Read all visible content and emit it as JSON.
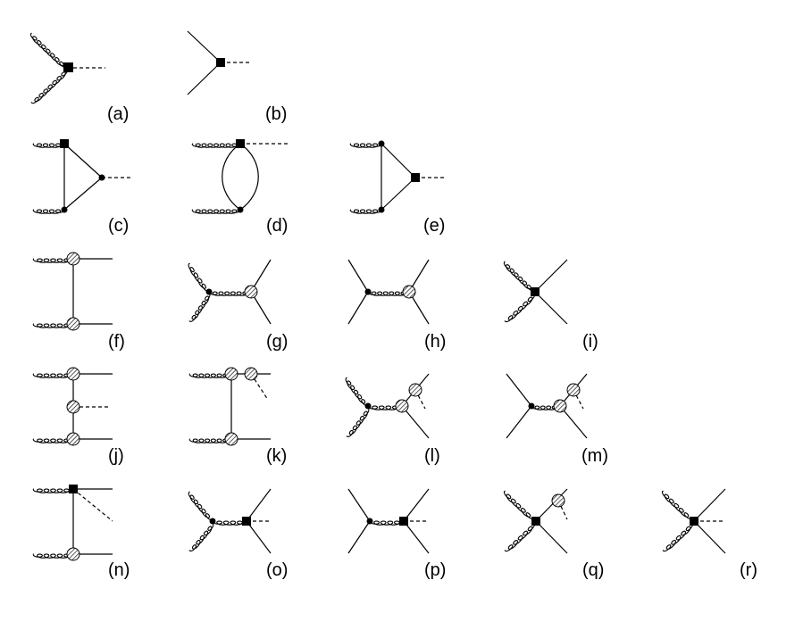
{
  "figure": {
    "labels": {
      "a": "(a)",
      "b": "(b)",
      "c": "(c)",
      "d": "(d)",
      "e": "(e)",
      "f": "(f)",
      "g": "(g)",
      "h": "(h)",
      "i": "(i)",
      "j": "(j)",
      "k": "(k)",
      "l": "(l)",
      "m": "(m)",
      "n": "(n)",
      "o": "(o)",
      "p": "(p)",
      "q": "(q)",
      "r": "(r)"
    }
  }
}
